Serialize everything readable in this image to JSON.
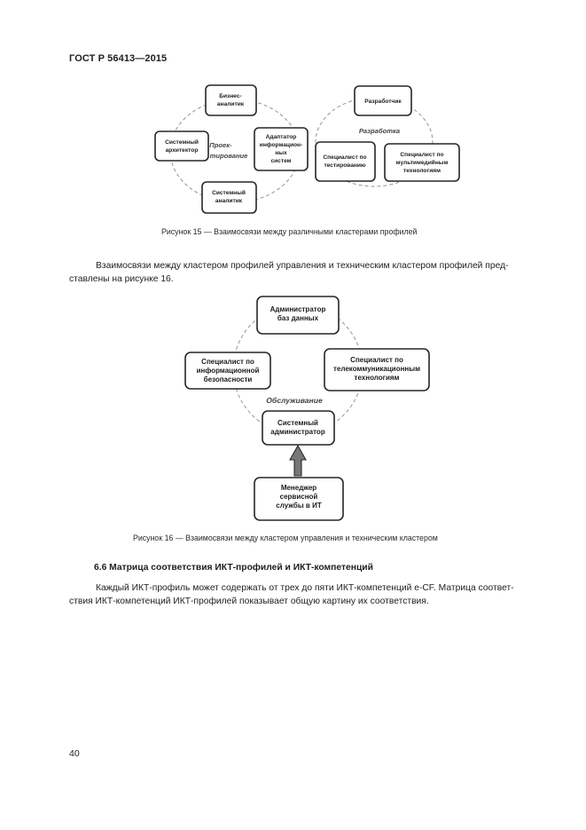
{
  "header": {
    "standard": "ГОСТ Р 56413—2015"
  },
  "figure15": {
    "boxes": {
      "business_analyst": [
        "Бизнес-",
        "аналитик"
      ],
      "system_architect": [
        "Системный",
        "архитектор"
      ],
      "systems_analyst": [
        "Системный",
        "аналитик"
      ],
      "ict_adapter": [
        "Адаптатор",
        "информацион-",
        "ных",
        "систем"
      ],
      "developer": [
        "Разработчик"
      ],
      "testing_specialist": [
        "Специалист по",
        "тестированию"
      ],
      "multimedia_specialist": [
        "Специалист по",
        "мультимедийным",
        "технологиям"
      ]
    },
    "cluster_design": [
      "Проек-",
      "тирование"
    ],
    "cluster_development": "Разработка",
    "caption": "Рисунок 15 — Взаимосвязи между различными кластерами профилей"
  },
  "paragraph1": {
    "line1": "Взаимосвязи между кластером профилей управления и техническим кластером профилей пред-",
    "line2": "ставлены на рисунке 16."
  },
  "figure16": {
    "boxes": {
      "db_admin": [
        "Администратор",
        "баз данных"
      ],
      "security_specialist": [
        "Специалист по",
        "информационной",
        "безопасности"
      ],
      "telecom_specialist": [
        "Специалист по",
        "телекоммуникационным",
        "технологиям"
      ],
      "system_admin": [
        "Системный",
        "администратор"
      ],
      "service_manager": [
        "Менеджер",
        "сервисной",
        "службы в ИТ"
      ]
    },
    "cluster_service": "Обслуживание",
    "caption": "Рисунок 16 — Взаимосвязи между кластером управления и техническим кластером"
  },
  "section": {
    "title": "6.6 Матрица соответствия ИКТ-профилей и ИКТ-компетенций"
  },
  "paragraph2": {
    "line1": "Каждый ИКТ-профиль может содержать от трех до пяти ИКТ-компетенций е-CF. Матрица соответ-",
    "line2": "ствия ИКТ-компетенций ИКТ-профилей показывает общую картину их соответствия."
  },
  "page_number": "40"
}
